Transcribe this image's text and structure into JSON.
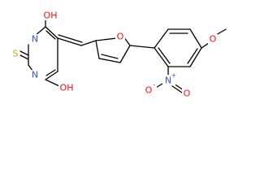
{
  "structure": {
    "atoms": {
      "oh_top": {
        "text": "OH",
        "color": "#ff0d0d"
      },
      "oh_bottom": {
        "text": "OH",
        "color": "#ff0d0d"
      },
      "n_top": {
        "text": "N",
        "color": "#3050f8"
      },
      "n_bottom": {
        "text": "N",
        "color": "#3050f8"
      },
      "s_thione": {
        "text": "S",
        "color": "#c8a800"
      },
      "o_furan": {
        "text": "O",
        "color": "#ff0d0d"
      },
      "o_methoxy": {
        "text": "O",
        "color": "#ff0d0d"
      },
      "n_nitro": {
        "text": "N",
        "color": "#3050f8",
        "charge": "+"
      },
      "o_nitro_minus": {
        "text": "O",
        "color": "#ff0d0d",
        "charge": "-"
      },
      "o_nitro": {
        "text": "O",
        "color": "#ff0d0d"
      }
    }
  }
}
